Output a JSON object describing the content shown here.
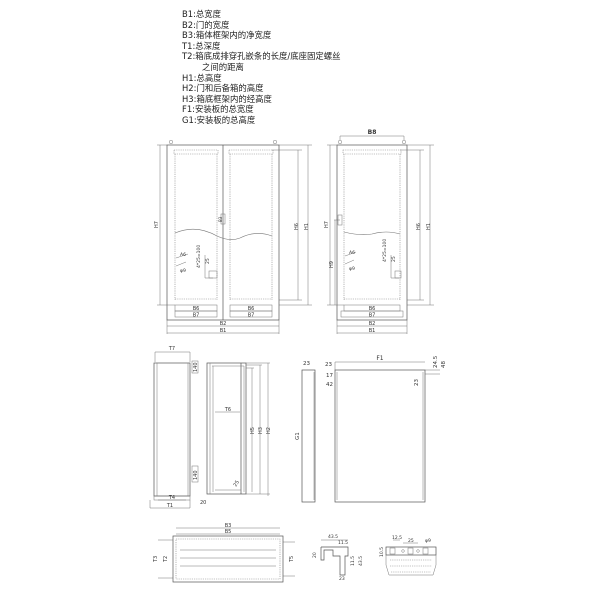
{
  "legend": [
    {
      "code": "B1",
      "desc": "总宽度"
    },
    {
      "code": "B2",
      "desc": "门的宽度"
    },
    {
      "code": "B3",
      "desc": "箱体框架内的净宽度"
    },
    {
      "code": "T1",
      "desc": "总深度"
    },
    {
      "code": "T2",
      "desc": "箱底成排穿孔嵌条的长度/底座固定螺丝"
    },
    {
      "code": "",
      "desc": "之间的距离"
    },
    {
      "code": "H1",
      "desc": "总高度"
    },
    {
      "code": "H2",
      "desc": "门和后备箱的高度"
    },
    {
      "code": "H3",
      "desc": "箱底框架内的经高度"
    },
    {
      "code": "F1",
      "desc": "安装板的总宽度"
    },
    {
      "code": "G1",
      "desc": "安装板的总高度"
    }
  ],
  "front_double": {
    "labels": {
      "h7": "H7",
      "h6": "H6",
      "h1": "H1",
      "b6a": "B6",
      "b7a": "B7",
      "b6b": "B6",
      "b7b": "B7",
      "b2": "B2",
      "b1": "B1",
      "b3": "B3",
      "angle": "A6",
      "hole": "φ9",
      "pitch": "4*25=100",
      "d25": "25"
    }
  },
  "front_single": {
    "labels": {
      "b8": "B8",
      "h7": "H7",
      "h9": "H9",
      "h6": "H6",
      "h1": "H1",
      "b6": "B6",
      "b7": "B7",
      "b2": "B2",
      "b1": "B1",
      "b3": "B3",
      "angle": "A6",
      "hole": "φ9",
      "pitch": "4*25=100",
      "d25": "25"
    }
  },
  "side_view": {
    "labels": {
      "t7": "T7",
      "d140a": "140",
      "d140b": "140",
      "t4": "T4",
      "t1": "T1",
      "d20": "20"
    }
  },
  "section_view": {
    "labels": {
      "t6": "T6",
      "h5": "H5",
      "h3": "H3",
      "h2": "H2",
      "d25": "25"
    }
  },
  "mount_plate": {
    "labels": {
      "d23a": "23",
      "d23b": "23",
      "f1": "F1",
      "d24_5": "24.5",
      "d48": "48",
      "d17": "17",
      "d42": "42",
      "d23c": "23",
      "g1": "G1"
    }
  },
  "top_view": {
    "labels": {
      "b3": "B3",
      "b5": "B5",
      "t3": "T3",
      "t2": "T2",
      "t5": "T5"
    }
  },
  "profile": {
    "labels": {
      "d43_5": "43.5",
      "d11_5a": "11.5",
      "d20": "20",
      "d11_5b": "11.5",
      "d43_5b": "43.5",
      "d23": "23"
    }
  },
  "rail": {
    "labels": {
      "d12_5": "12.5",
      "d25": "25",
      "d10_5": "10.5",
      "hole": "φ9"
    }
  }
}
